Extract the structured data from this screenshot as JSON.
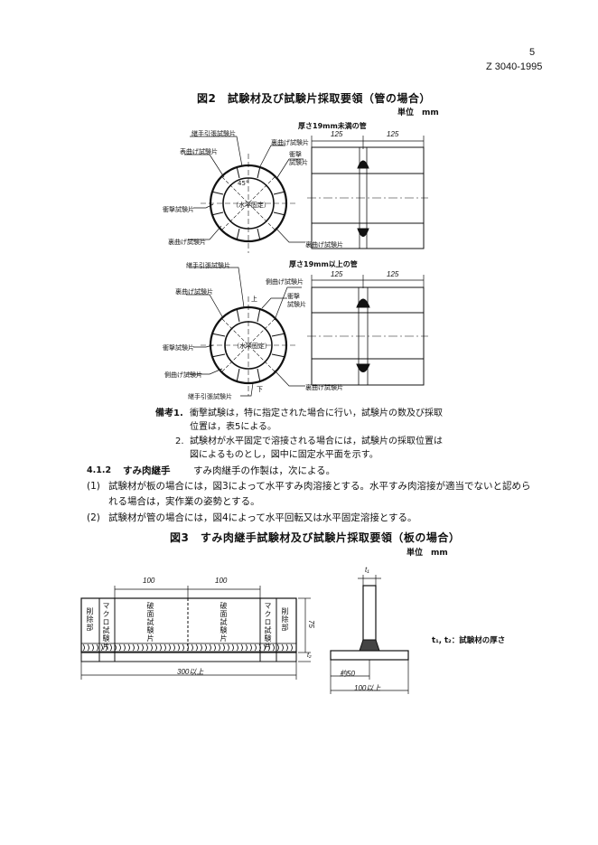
{
  "header": {
    "page_number": "5",
    "standard_code": "Z 3040-1995"
  },
  "fig2": {
    "title": "図2　試験材及び試験片採取要領（管の場合）",
    "unit": "単位　mm",
    "top": {
      "subtitle": "厚さ19mm未満の管",
      "labels": {
        "joint_tensile": "継手引張試験片",
        "face_bend": "表曲げ試験片",
        "impact_right": "衝撃\n試験片",
        "root_bend_top": "裏曲げ試験片",
        "angle": "45°",
        "impact_left": "衝撃試験片",
        "root_bend_left": "裏曲げ試験片",
        "root_bend_right": "裏曲げ試験片",
        "center": "（水平固定）"
      },
      "dims": [
        "125",
        "125"
      ]
    },
    "bottom": {
      "subtitle": "厚さ19mm以上の管",
      "labels": {
        "joint_tensile_top": "継手引張試験片",
        "side_bend_top": "側曲げ試験片",
        "face_bend": "裏曲げ試験片",
        "impact_right": "衝撃\n試験片",
        "impact_left": "衝撃試験片",
        "side_bend_left": "側曲げ試験片",
        "side_bend_right": "裏曲げ試験片",
        "joint_tensile_bottom": "継手引張試験片",
        "center": "（水平固定）",
        "up": "上",
        "down": "下"
      },
      "dims": [
        "125",
        "125"
      ]
    },
    "remarks_label": "備考1.",
    "remark1_l1": "衝撃試験は，特に指定された場合に行い，試験片の数及び採取",
    "remark1_l2": "位置は，表5による。",
    "remark2_label": "2.",
    "remark2_l1": "試験材が水平固定で溶接される場合には，試験片の採取位置は",
    "remark2_l2": "図によるものとし，図中に固定水平面を示す。"
  },
  "section": {
    "number": "4.1.2",
    "heading": "すみ肉継手",
    "intro": "すみ肉継手の作製は，次による。",
    "item1_num": "(1)",
    "item1_l1": "試験材が板の場合には，図3によって水平すみ肉溶接とする。水平すみ肉溶接が適当でないと認めら",
    "item1_l2": "れる場合は，実作業の姿勢とする。",
    "item2_num": "(2)",
    "item2_l1": "試験材が管の場合には，図4によって水平回転又は水平固定溶接とする。"
  },
  "fig3": {
    "title": "図3　すみ肉継手試験材及び試験片採取要領（板の場合）",
    "unit": "単位　mm",
    "strips": [
      "削除部",
      "マクロ試験片",
      "破面試験片",
      "破面試験片",
      "マクロ試験片",
      "削除部"
    ],
    "dim_100a": "100",
    "dim_100b": "100",
    "dim_75": "75",
    "dim_t2": "t₂",
    "dim_300": "300以上",
    "dim_t1": "t₁",
    "dim_50": "約50",
    "dim_100min": "100以上",
    "legend": "t₁, t₂：試験材の厚さ"
  }
}
